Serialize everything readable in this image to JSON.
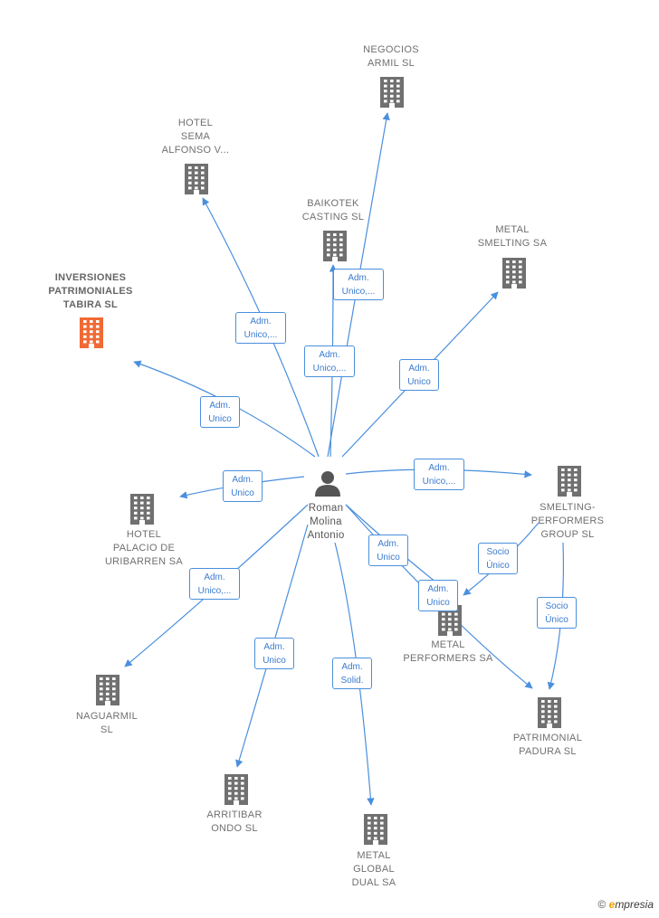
{
  "colors": {
    "edge": "#4a8fdd",
    "building": "#707070",
    "highlight": "#f06a35",
    "person": "#555555"
  },
  "person": {
    "label": "Roman\nMolina\nAntonio",
    "icon": "person-icon"
  },
  "companies": [
    {
      "id": "negocios",
      "label": "NEGOCIOS\nARMIL  SL",
      "highlight": false
    },
    {
      "id": "hotel-sema",
      "label": "HOTEL\nSEMA\nALFONSO V...",
      "highlight": false
    },
    {
      "id": "baikotek",
      "label": "BAIKOTEK\nCASTING  SL",
      "highlight": false
    },
    {
      "id": "metal-smelting",
      "label": "METAL\nSMELTING SA",
      "highlight": false
    },
    {
      "id": "inversiones",
      "label": "INVERSIONES\nPATRIMONIALES\nTABIRA  SL",
      "highlight": true
    },
    {
      "id": "hotel-palacio",
      "label": "HOTEL\nPALACIO DE\nURIBARREN SA",
      "highlight": false
    },
    {
      "id": "smelting-performers",
      "label": "SMELTING-\nPERFORMERS\nGROUP  SL",
      "highlight": false
    },
    {
      "id": "metal-performers",
      "label": "METAL\nPERFORMERS SA",
      "highlight": false
    },
    {
      "id": "patrimonial-padura",
      "label": "PATRIMONIAL\nPADURA  SL",
      "highlight": false
    },
    {
      "id": "naguarmil",
      "label": "NAGUARMIL\nSL",
      "highlight": false
    },
    {
      "id": "arritibar",
      "label": "ARRITIBAR\nONDO SL",
      "highlight": false
    },
    {
      "id": "metal-global",
      "label": "METAL\nGLOBAL\nDUAL SA",
      "highlight": false
    }
  ],
  "edges": [
    {
      "from": "person",
      "to": "negocios",
      "label": "Adm.\nUnico,..."
    },
    {
      "from": "person",
      "to": "hotel-sema",
      "label": "Adm.\nUnico,..."
    },
    {
      "from": "person",
      "to": "baikotek",
      "label": "Adm.\nUnico,..."
    },
    {
      "from": "person",
      "to": "metal-smelting",
      "label": "Adm.\nUnico"
    },
    {
      "from": "person",
      "to": "inversiones",
      "label": "Adm.\nUnico"
    },
    {
      "from": "person",
      "to": "hotel-palacio",
      "label": "Adm.\nUnico"
    },
    {
      "from": "person",
      "to": "smelting-performers",
      "label": "Adm.\nUnico,..."
    },
    {
      "from": "person",
      "to": "metal-performers",
      "label": "Adm.\nUnico"
    },
    {
      "from": "person",
      "to": "patrimonial-padura",
      "label": "Adm.\nUnico"
    },
    {
      "from": "person",
      "to": "naguarmil",
      "label": "Adm.\nUnico,..."
    },
    {
      "from": "person",
      "to": "arritibar",
      "label": "Adm.\nUnico"
    },
    {
      "from": "person",
      "to": "metal-global",
      "label": "Adm.\nSolid."
    },
    {
      "from": "smelting-performers",
      "to": "metal-performers",
      "label": "Socio\nÚnico"
    },
    {
      "from": "smelting-performers",
      "to": "patrimonial-padura",
      "label": "Socio\nÚnico"
    }
  ],
  "footer": {
    "copyright": "©",
    "brand_first": "e",
    "brand_rest": "mpresia"
  }
}
